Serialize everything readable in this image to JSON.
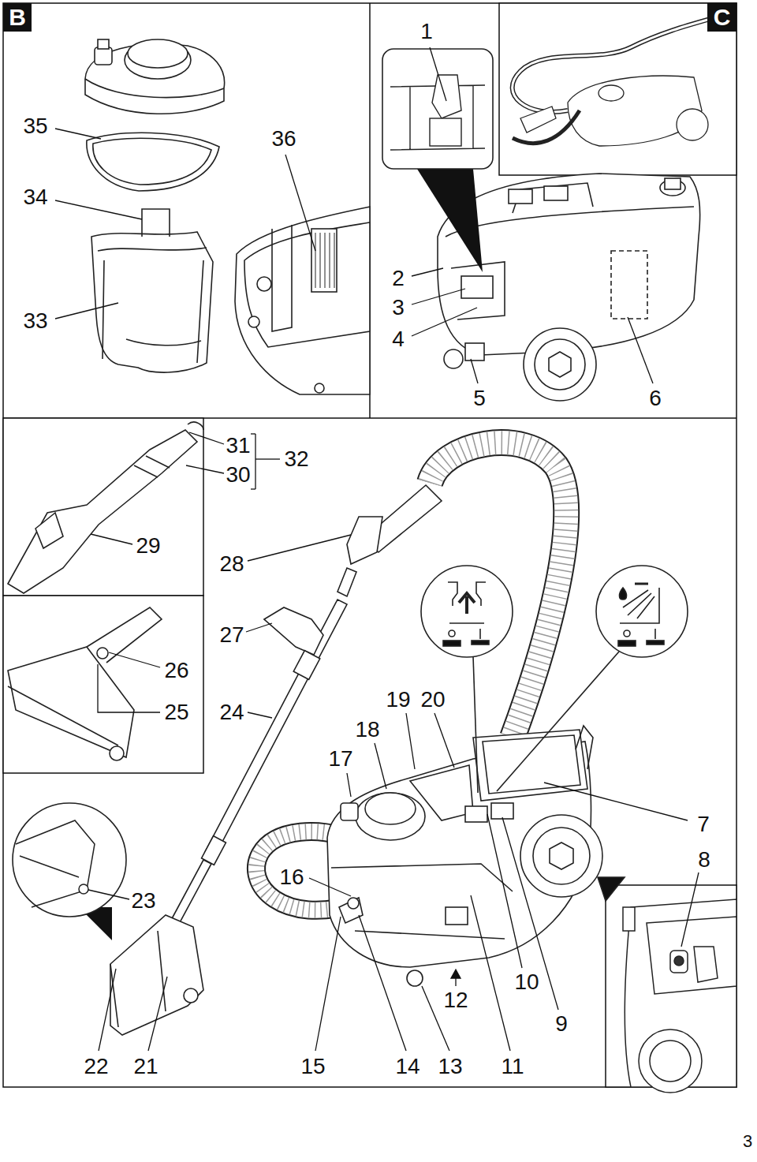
{
  "diagram": {
    "nodes": [
      {
        "text": [
          "B"
        ]
      },
      {
        "text": [
          "C"
        ]
      }
    ],
    "edges": [],
    "labels": [
      "1",
      "35",
      "36",
      "34",
      "2",
      "3",
      "4",
      "33",
      "5",
      "6",
      "31",
      "30",
      "32",
      "29",
      "28",
      "27",
      "26",
      "25",
      "24",
      "19",
      "20",
      "18",
      "17",
      "7",
      "8",
      "16",
      "23",
      "10",
      "12",
      "9",
      "22",
      "21",
      "15",
      "14",
      "13",
      "11",
      "3"
    ]
  }
}
